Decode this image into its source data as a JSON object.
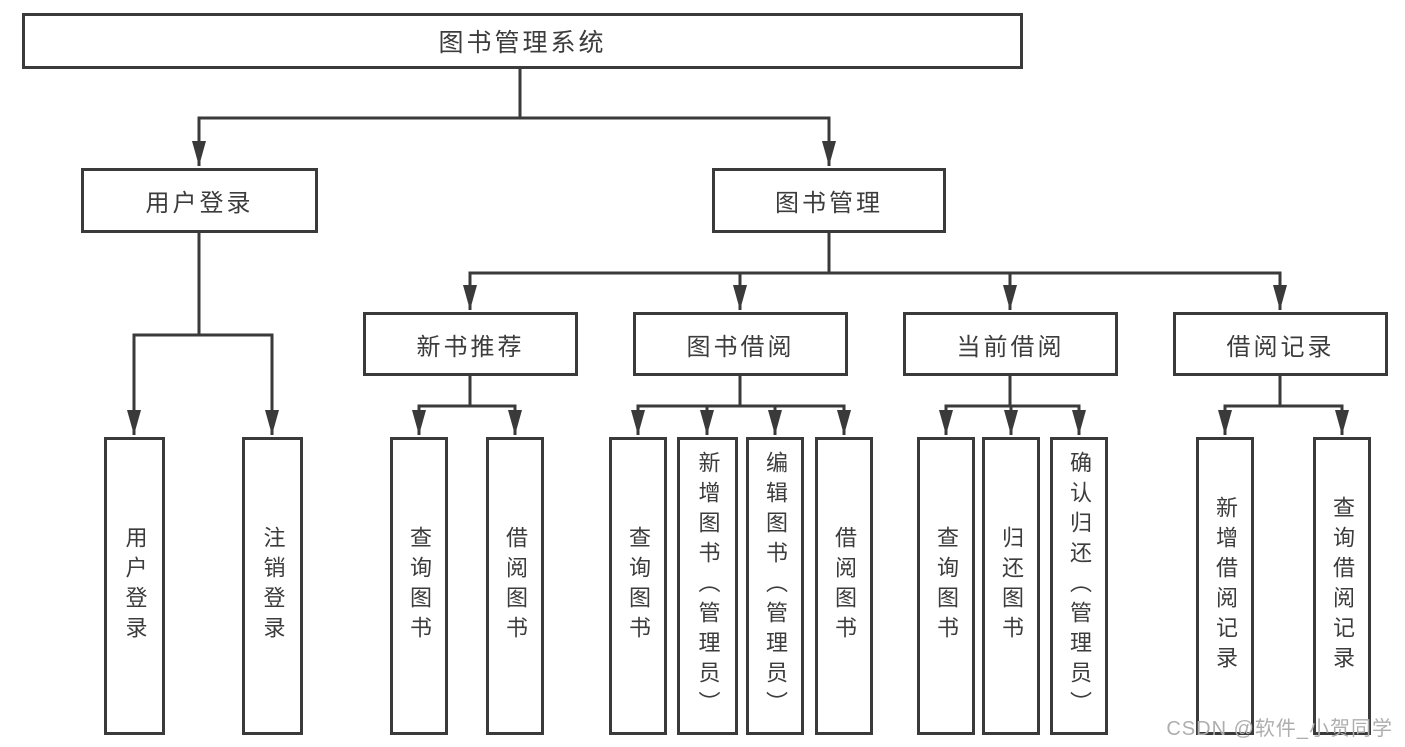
{
  "tree": {
    "label": "图书管理系统",
    "children": [
      {
        "label": "用户登录",
        "children": [
          {
            "label": "用户登录"
          },
          {
            "label": "注销登录"
          }
        ]
      },
      {
        "label": "图书管理",
        "children": [
          {
            "label": "新书推荐",
            "children": [
              {
                "label": "查询图书"
              },
              {
                "label": "借阅图书"
              }
            ]
          },
          {
            "label": "图书借阅",
            "children": [
              {
                "label": "查询图书"
              },
              {
                "label": "新增图书（管理员）"
              },
              {
                "label": "编辑图书（管理员）"
              },
              {
                "label": "借阅图书"
              }
            ]
          },
          {
            "label": "当前借阅",
            "children": [
              {
                "label": "查询图书"
              },
              {
                "label": "归还图书"
              },
              {
                "label": "确认归还（管理员）"
              }
            ]
          },
          {
            "label": "借阅记录",
            "children": [
              {
                "label": "新增借阅记录"
              },
              {
                "label": "查询借阅记录"
              }
            ]
          }
        ]
      }
    ]
  },
  "watermark": "CSDN @软件_小贺同学",
  "colors": {
    "line": "#3a3a3a",
    "text": "#3c3c3c",
    "watermark": "#aeaeae",
    "background": "#ffffff"
  }
}
